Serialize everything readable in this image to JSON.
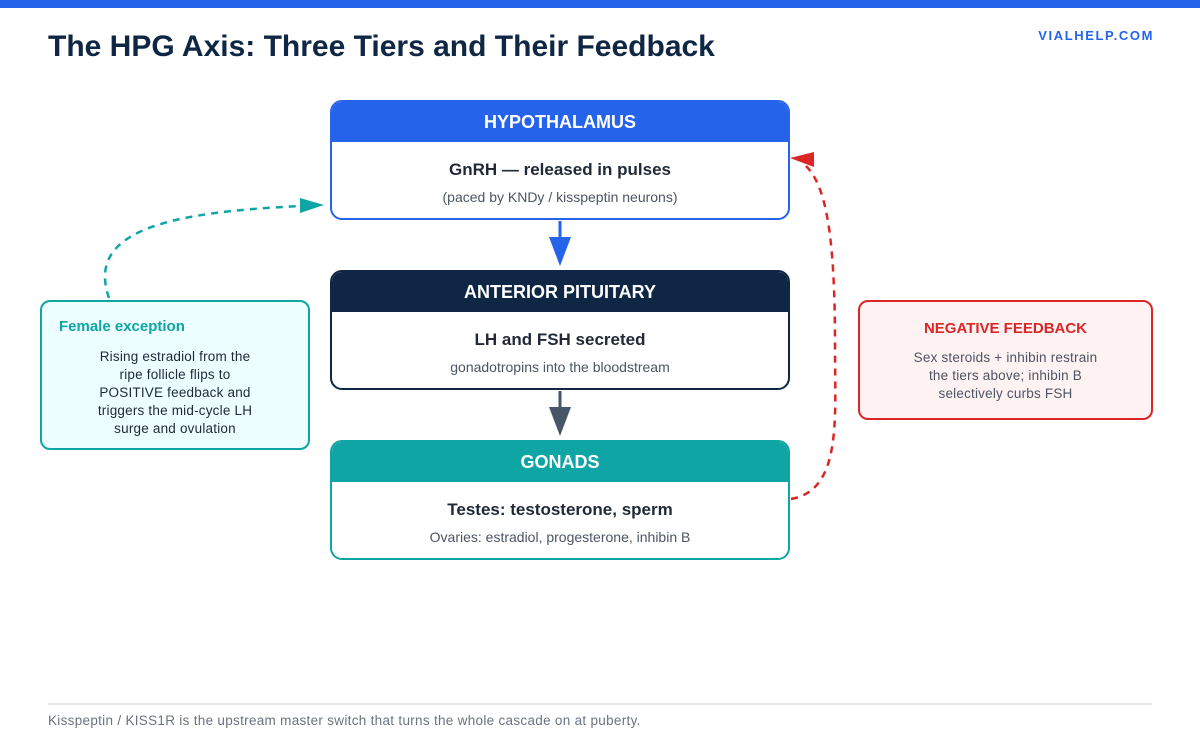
{
  "header": {
    "title": "The HPG Axis: Three Tiers and Their Feedback",
    "brand": "VIALHELP.COM"
  },
  "tiers": [
    {
      "name": "HYPOTHALAMUS",
      "main": "GnRH — released in pulses",
      "sub": "(paced by KNDy / kisspeptin neurons)",
      "color": "#2563eb"
    },
    {
      "name": "ANTERIOR PITUITARY",
      "main": "LH and FSH secreted",
      "sub": "gonadotropins into the bloodstream",
      "color": "#0f2744"
    },
    {
      "name": "GONADS",
      "main": "Testes: testosterone, sperm",
      "sub": "Ovaries: estradiol, progesterone, inhibin B",
      "color": "#0ea5a4"
    }
  ],
  "female_exception": {
    "title": "Female exception",
    "lines": [
      "Rising estradiol from the",
      "ripe follicle flips to",
      "POSITIVE feedback and",
      "triggers the mid-cycle LH",
      "surge and ovulation"
    ],
    "color": "#0ea5a4"
  },
  "negative_feedback": {
    "title": "NEGATIVE FEEDBACK",
    "lines": [
      "Sex steroids + inhibin restrain",
      "the tiers above; inhibin B",
      "selectively curbs FSH"
    ],
    "color": "#dc2626"
  },
  "footer": {
    "note": "Kisspeptin / KISS1R is the upstream master switch that turns the whole cascade on at puberty."
  }
}
